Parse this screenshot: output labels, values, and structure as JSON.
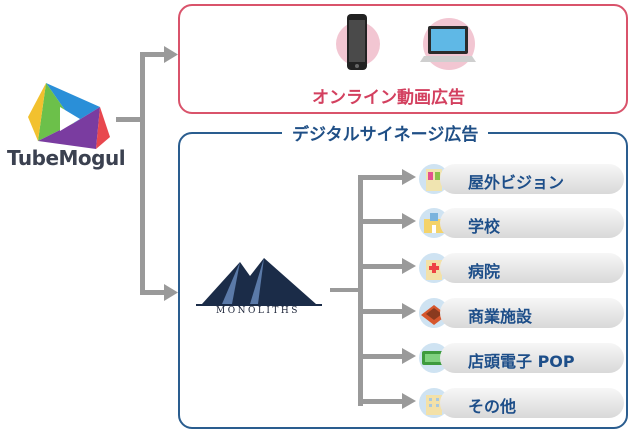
{
  "logo": {
    "text": "TubeMogul"
  },
  "online_section": {
    "title": "オンライン動画広告",
    "devices": [
      {
        "icon": "smartphone-icon"
      },
      {
        "icon": "laptop-icon"
      }
    ]
  },
  "signage_section": {
    "title": "デジタルサイネージ広告",
    "partner_logo_text": "MONOLITHS",
    "items": [
      {
        "label": "屋外ビジョン",
        "icon": "outdoor-building-icon"
      },
      {
        "label": "学校",
        "icon": "school-icon"
      },
      {
        "label": "病院",
        "icon": "hospital-icon"
      },
      {
        "label": "商業施設",
        "icon": "shopping-mall-icon"
      },
      {
        "label": "店頭電子 POP",
        "icon": "digital-pop-icon"
      },
      {
        "label": "その他",
        "icon": "other-building-icon"
      }
    ]
  },
  "colors": {
    "online": "#d9536b",
    "signage": "#2a5d8f",
    "connector": "#9a9a9a",
    "label": "#1d4e89"
  }
}
